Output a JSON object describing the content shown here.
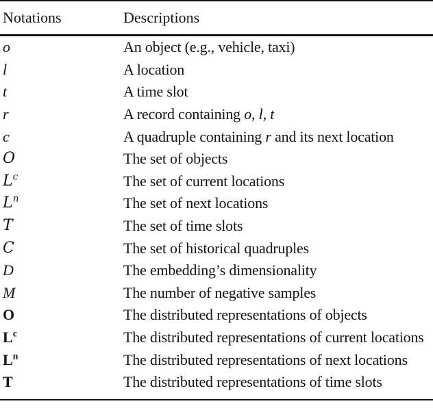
{
  "table": {
    "colors": {
      "background": "#ffffff",
      "text": "#141414",
      "rule": "#141414"
    },
    "header": {
      "col1": "Notations",
      "col2": "Descriptions"
    },
    "rows": [
      {
        "notation": {
          "text": "o",
          "style": "italic"
        },
        "description": [
          {
            "t": "An object (e.g., vehicle, taxi)"
          }
        ]
      },
      {
        "notation": {
          "text": "l",
          "style": "italic"
        },
        "description": [
          {
            "t": "A location"
          }
        ]
      },
      {
        "notation": {
          "text": "t",
          "style": "italic"
        },
        "description": [
          {
            "t": "A time slot"
          }
        ]
      },
      {
        "notation": {
          "text": "r",
          "style": "italic"
        },
        "description": [
          {
            "t": "A record containing "
          },
          {
            "t": "o",
            "i": true
          },
          {
            "t": ", "
          },
          {
            "t": "l",
            "i": true
          },
          {
            "t": ", "
          },
          {
            "t": "t",
            "i": true
          }
        ]
      },
      {
        "notation": {
          "text": "c",
          "style": "italic"
        },
        "description": [
          {
            "t": "A quadruple containing "
          },
          {
            "t": "r",
            "i": true
          },
          {
            "t": " and its next location"
          }
        ]
      },
      {
        "notation": {
          "text": "O",
          "style": "cal"
        },
        "description": [
          {
            "t": "The set of objects"
          }
        ]
      },
      {
        "notation": {
          "text": "L",
          "style": "cal",
          "sup": "c",
          "sup_style": "italic"
        },
        "description": [
          {
            "t": "The set of current locations"
          }
        ]
      },
      {
        "notation": {
          "text": "L",
          "style": "cal",
          "sup": "n",
          "sup_style": "italic"
        },
        "description": [
          {
            "t": "The set of next locations"
          }
        ]
      },
      {
        "notation": {
          "text": "T",
          "style": "cal"
        },
        "description": [
          {
            "t": "The set of time slots"
          }
        ]
      },
      {
        "notation": {
          "text": "C",
          "style": "cal"
        },
        "description": [
          {
            "t": "The set of historical quadruples"
          }
        ]
      },
      {
        "notation": {
          "text": "D",
          "style": "italic"
        },
        "description": [
          {
            "t": "The embedding’s dimensionality"
          }
        ]
      },
      {
        "notation": {
          "text": "M",
          "style": "italic"
        },
        "description": [
          {
            "t": "The number of negative samples"
          }
        ]
      },
      {
        "notation": {
          "text": "O",
          "style": "bold"
        },
        "description": [
          {
            "t": "The distributed representations of objects"
          }
        ]
      },
      {
        "notation": {
          "text": "L",
          "style": "bold",
          "sup": "c",
          "sup_style": "bold"
        },
        "description": [
          {
            "t": "The distributed representations of current locations"
          }
        ]
      },
      {
        "notation": {
          "text": "L",
          "style": "bold",
          "sup": "n",
          "sup_style": "bold"
        },
        "description": [
          {
            "t": "The distributed representations of next locations"
          }
        ]
      },
      {
        "notation": {
          "text": "T",
          "style": "bold"
        },
        "description": [
          {
            "t": "The distributed representations of time slots"
          }
        ]
      }
    ]
  }
}
